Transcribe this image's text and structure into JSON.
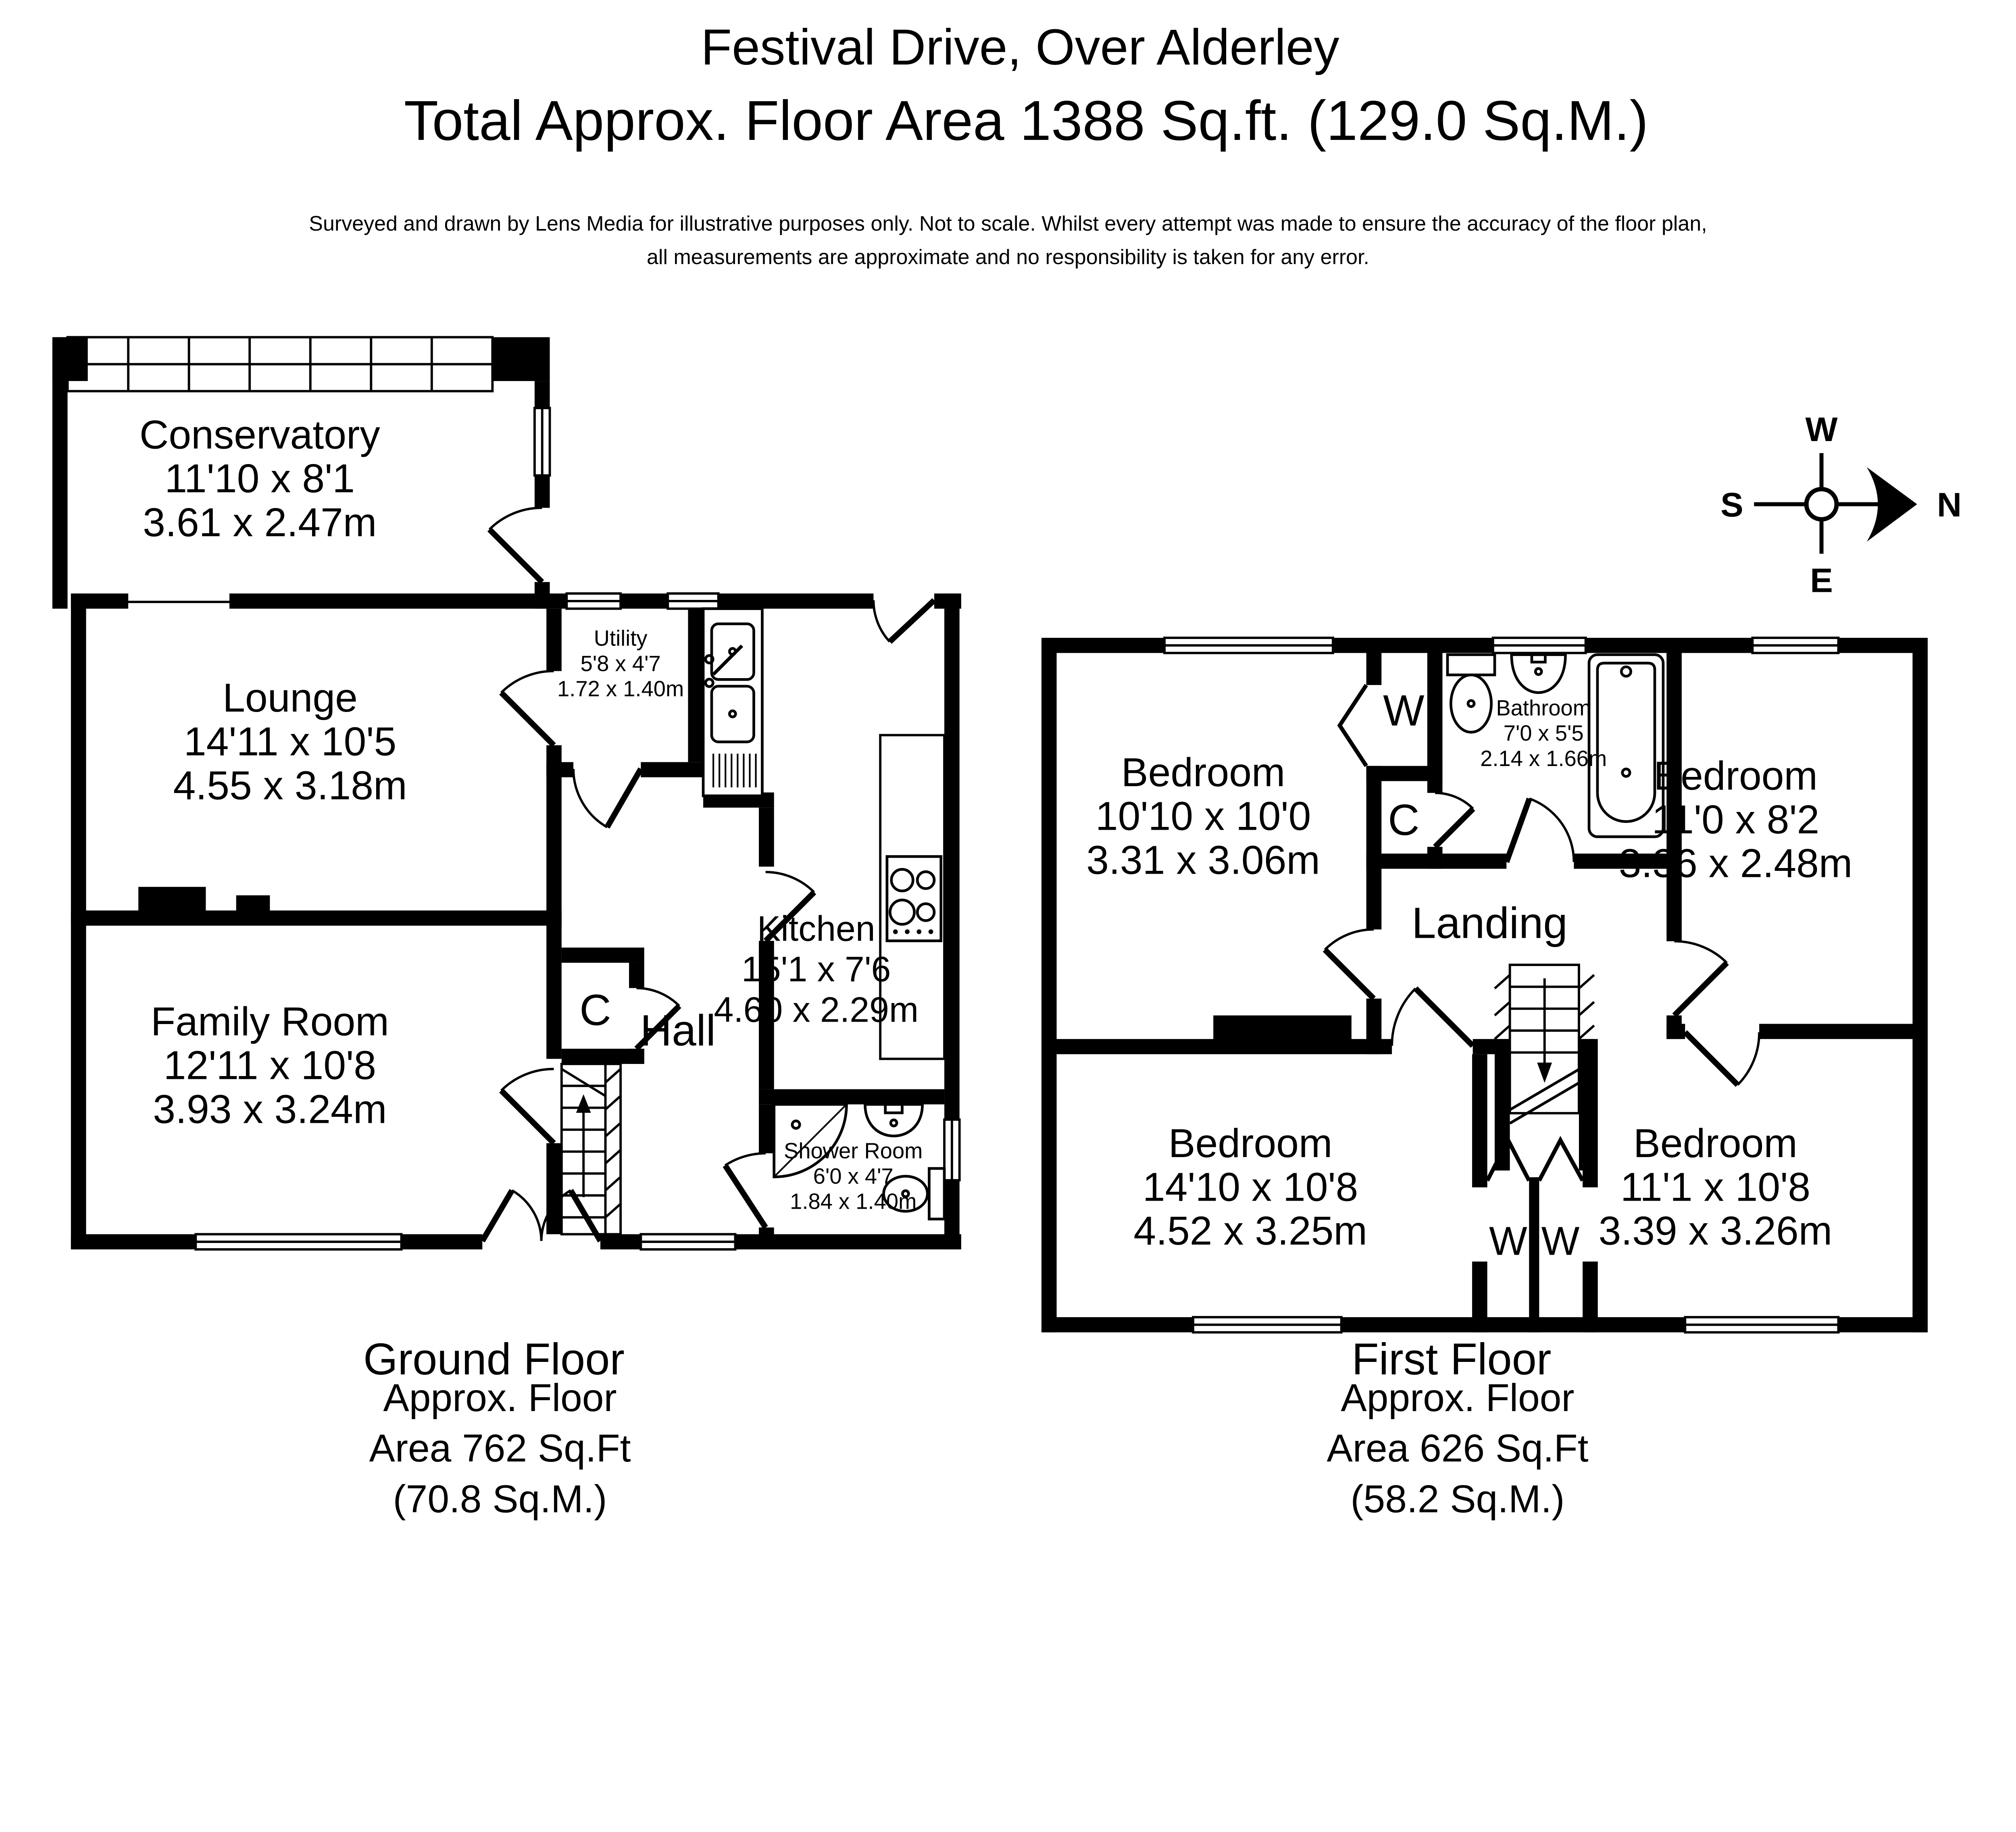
{
  "header": {
    "title": "Festival Drive, Over Alderley",
    "subtitle": "Total Approx. Floor Area 1388 Sq.ft. (129.0 Sq.M.)",
    "disclaimer_line1": "Surveyed and drawn by Lens Media for illustrative purposes only. Not to scale. Whilst every attempt was made to ensure the accuracy of the floor plan,",
    "disclaimer_line2": "all measurements are approximate and no responsibility is taken for any error."
  },
  "compass": {
    "north": "N",
    "south": "S",
    "east": "E",
    "west": "W"
  },
  "colors": {
    "walls": "#000000",
    "background": "#ffffff"
  },
  "ground_floor": {
    "caption": "Ground Floor",
    "area_line1": "Approx. Floor",
    "area_line2": "Area 762 Sq.Ft",
    "area_line3": "(70.8 Sq.M.)",
    "rooms": {
      "conservatory": {
        "name": "Conservatory",
        "imperial": "11'10 x 8'1",
        "metric": "3.61 x 2.47m"
      },
      "lounge": {
        "name": "Lounge",
        "imperial": "14'11 x 10'5",
        "metric": "4.55 x 3.18m"
      },
      "family_room": {
        "name": "Family Room",
        "imperial": "12'11 x 10'8",
        "metric": "3.93 x 3.24m"
      },
      "utility": {
        "name": "Utility",
        "imperial": "5'8 x 4'7",
        "metric": "1.72 x 1.40m"
      },
      "kitchen": {
        "name": "Kitchen",
        "imperial": "15'1 x 7'6",
        "metric": "4.60 x 2.29m"
      },
      "hall": {
        "name": "Hall"
      },
      "cupboard": {
        "name": "C"
      },
      "shower_room": {
        "name": "Shower Room",
        "imperial": "6'0 x 4'7",
        "metric": "1.84 x 1.40m"
      }
    }
  },
  "first_floor": {
    "caption": "First Floor",
    "area_line1": "Approx. Floor",
    "area_line2": "Area 626 Sq.Ft",
    "area_line3": "(58.2 Sq.M.)",
    "rooms": {
      "bedroom_top_left": {
        "name": "Bedroom",
        "imperial": "10'10 x 10'0",
        "metric": "3.31 x 3.06m"
      },
      "bedroom_top_right": {
        "name": "Bedroom",
        "imperial": "11'0 x 8'2",
        "metric": "3.36 x 2.48m"
      },
      "bedroom_bottom_left": {
        "name": "Bedroom",
        "imperial": "14'10 x 10'8",
        "metric": "4.52 x 3.25m"
      },
      "bedroom_bottom_right": {
        "name": "Bedroom",
        "imperial": "11'1 x 10'8",
        "metric": "3.39 x 3.26m"
      },
      "bathroom": {
        "name": "Bathroom",
        "imperial": "7'0 x 5'5",
        "metric": "2.14 x 1.66m"
      },
      "landing": {
        "name": "Landing"
      },
      "wardrobe_top": {
        "name": "W"
      },
      "cupboard": {
        "name": "C"
      },
      "wardrobe_left": {
        "name": "W"
      },
      "wardrobe_right": {
        "name": "W"
      }
    }
  }
}
